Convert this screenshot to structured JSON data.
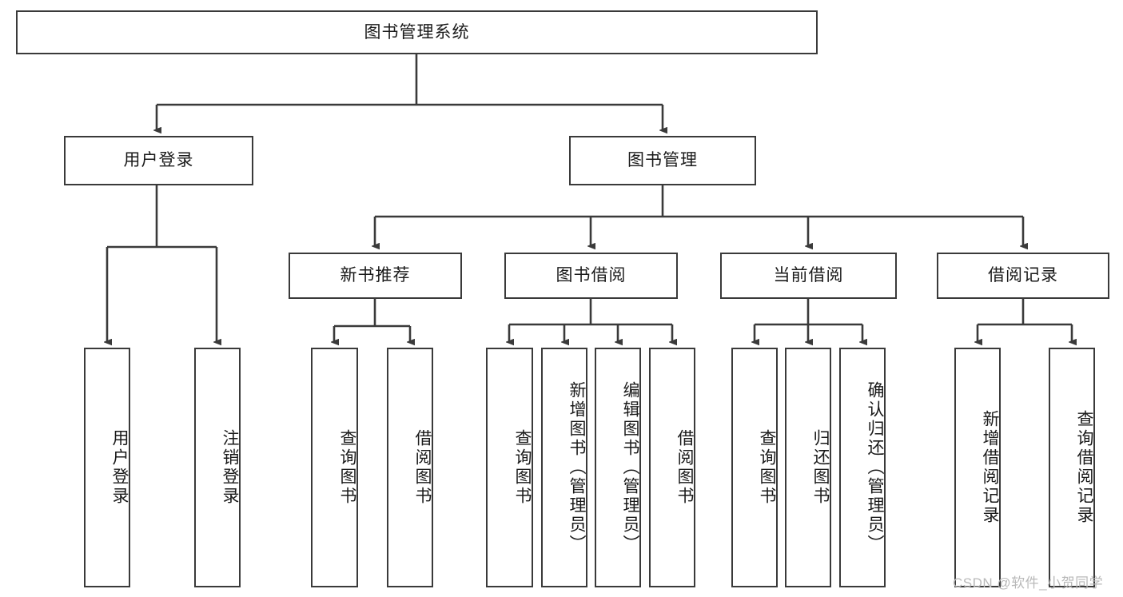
{
  "diagram": {
    "title": "图书管理系统",
    "type": "hierarchy-tree",
    "root": {
      "id": "root",
      "label": "图书管理系统"
    },
    "level2": [
      {
        "id": "login",
        "label": "用户登录"
      },
      {
        "id": "bookmgmt",
        "label": "图书管理"
      }
    ],
    "level3": [
      {
        "id": "newbook",
        "label": "新书推荐"
      },
      {
        "id": "borrow",
        "label": "图书借阅"
      },
      {
        "id": "current",
        "label": "当前借阅"
      },
      {
        "id": "record",
        "label": "借阅记录"
      }
    ],
    "leaves": {
      "login": [
        {
          "id": "leaf-user-login",
          "label": "用户登录"
        },
        {
          "id": "leaf-logout",
          "label": "注销登录"
        }
      ],
      "newbook": [
        {
          "id": "leaf-query-book-1",
          "label": "查询图书"
        },
        {
          "id": "leaf-borrow-book-1",
          "label": "借阅图书"
        }
      ],
      "borrow": [
        {
          "id": "leaf-query-book-2",
          "label": "查询图书"
        },
        {
          "id": "leaf-add-book",
          "label": "新增图书（管理员）"
        },
        {
          "id": "leaf-edit-book",
          "label": "编辑图书（管理员）"
        },
        {
          "id": "leaf-borrow-book-2",
          "label": "借阅图书"
        }
      ],
      "current": [
        {
          "id": "leaf-query-book-3",
          "label": "查询图书"
        },
        {
          "id": "leaf-return-book",
          "label": "归还图书"
        },
        {
          "id": "leaf-confirm-return",
          "label": "确认归还（管理员）"
        }
      ],
      "record": [
        {
          "id": "leaf-add-record",
          "label": "新增借阅记录"
        },
        {
          "id": "leaf-query-record",
          "label": "查询借阅记录"
        }
      ]
    }
  },
  "watermark": {
    "text": "CSDN @软件_小贺同学"
  },
  "colors": {
    "stroke": "#3a3a3a",
    "box_fill": "#ffffff",
    "text": "#1a1a1a",
    "watermark": "#b9b9b9",
    "background": "#ffffff"
  }
}
